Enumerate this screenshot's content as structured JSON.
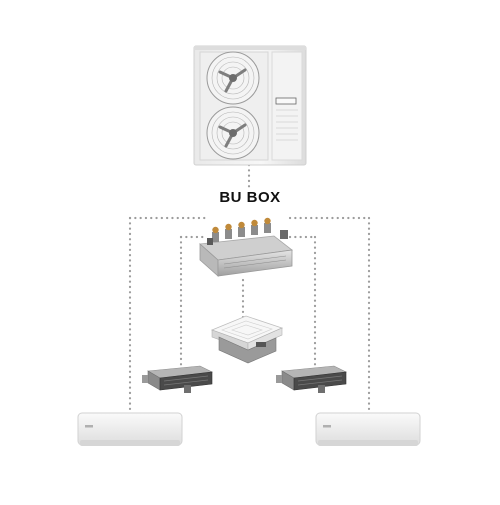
{
  "diagram": {
    "bu_box_label": "BU BOX",
    "outdoor_unit_badge": "",
    "indoor_units": [
      {
        "name": "wall-mounted-unit-left"
      },
      {
        "name": "slim-duct-unit-left"
      },
      {
        "name": "four-way-cassette-unit"
      },
      {
        "name": "slim-duct-unit-right"
      },
      {
        "name": "wall-mounted-unit-right"
      }
    ]
  },
  "colors": {
    "pipe_dots": "#9c9c9c",
    "unit_white": "#f2f2f2",
    "unit_shadow": "#cfcfcf",
    "valve_brass": "#c08a3a",
    "text": "#111111"
  }
}
